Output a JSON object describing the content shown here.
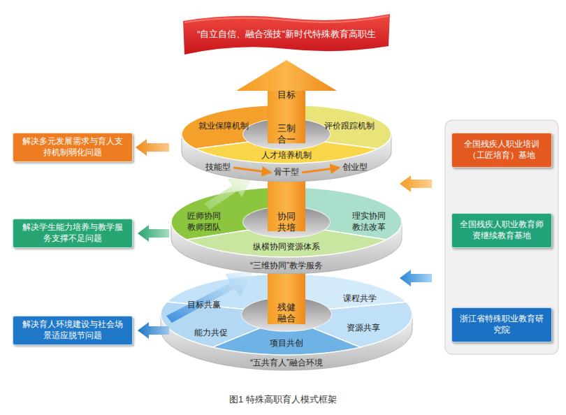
{
  "diagram": {
    "caption": "图1 特殊高职育人模式框架",
    "nodes": [
      {
        "text": [
          "“自立自信、融合强技”新时代特殊教育高职生"
        ]
      },
      {
        "text": [
          "就业保障机制"
        ]
      },
      {
        "text": [
          "评价跟踪机制"
        ]
      },
      {
        "text": [
          "人才培养机制"
        ]
      },
      {
        "text": [
          "技能型"
        ]
      },
      {
        "text": [
          "骨干型"
        ]
      },
      {
        "text": [
          "创业型"
        ]
      },
      {
        "text": [
          "匠师协同教师团队"
        ]
      },
      {
        "text": [
          "理实协同教法改革"
        ]
      },
      {
        "text": [
          "纵横协同资源体系"
        ]
      },
      {
        "text": [
          "“三维协同”教学服务"
        ]
      },
      {
        "text": [
          "目标共赢"
        ]
      },
      {
        "text": [
          "课程共学"
        ]
      },
      {
        "text": [
          "能力共促"
        ]
      },
      {
        "text": [
          "资源共享"
        ]
      },
      {
        "text": [
          "项目共创"
        ]
      },
      {
        "text": [
          "“五共育人”融合环境"
        ]
      },
      {
        "text": [
          "解决多元发展需求与育人支持机制弱化问题"
        ]
      },
      {
        "text": [
          "解决学生能力培养与教学服务支撑不足问题"
        ]
      },
      {
        "text": [
          "解决育人环境建设与社会场景适应脱节问题"
        ]
      },
      {
        "text": [
          "全国残疾人职业培训（工匠培育）基地"
        ]
      },
      {
        "text": [
          "全国残疾人职业教育师资继续教育基地"
        ]
      },
      {
        "text": [
          "浙江省特殊职业教育研究院"
        ]
      }
    ],
    "edges": [
      {
        "from": 4,
        "to": 5,
        "arrow": "to"
      },
      {
        "from": 5,
        "to": 6,
        "arrow": "to"
      }
    ],
    "labels": [
      "目标",
      "三制合一",
      "协同共培",
      "残健融合"
    ]
  }
}
